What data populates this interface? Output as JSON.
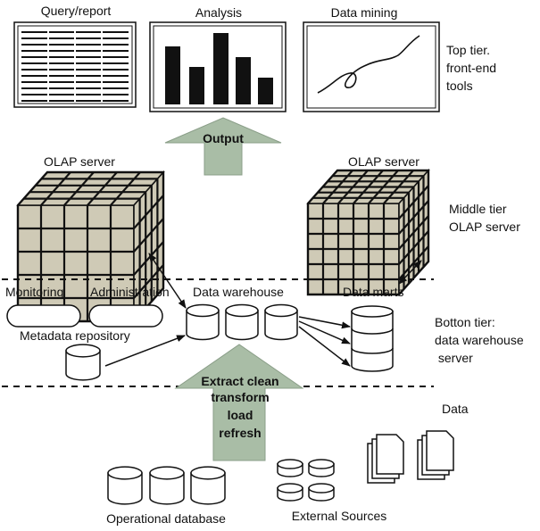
{
  "colors": {
    "cube_face": "#cfcab6",
    "cube_line": "#111111",
    "arrow_fill": "#a9bda6",
    "line": "#111111"
  },
  "labels": {
    "query_report": "Query/report",
    "analysis": "Analysis",
    "data_mining": "Data mining",
    "top_tier": [
      "Top tier.",
      "front-end",
      "tools"
    ],
    "output": "Output",
    "olap_server_left": "OLAP server",
    "olap_server_right": "OLAP server",
    "middle_tier": [
      "Middle tier",
      "OLAP server"
    ],
    "monitoring": "Monitoring",
    "administration": "Administration",
    "data_warehouse": "Data warehouse",
    "data_marts": "Data marts",
    "metadata_repository": "Metadata repository",
    "bottom_tier": [
      "Botton tier:",
      "data warehouse",
      " server"
    ],
    "extract": [
      "Extract clean",
      "transform",
      "load",
      "refresh"
    ],
    "data": "Data",
    "operational_database": "Operational database",
    "external_sources": "External Sources"
  },
  "icons": {
    "report": "report-table-icon",
    "analysis": "bar-chart-icon",
    "mining": "line-chart-icon",
    "cube": "olap-cube-icon",
    "database": "database-cylinder-icon",
    "document": "document-stack-icon"
  }
}
